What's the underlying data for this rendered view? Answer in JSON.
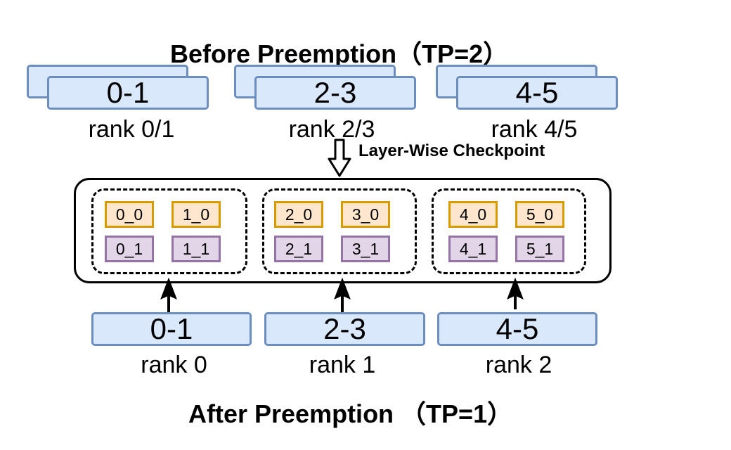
{
  "before": {
    "title": "Before Preemption（TP=2）",
    "groups": [
      {
        "label": "0-1",
        "rank": "rank 0/1"
      },
      {
        "label": "2-3",
        "rank": "rank 2/3"
      },
      {
        "label": "4-5",
        "rank": "rank 4/5"
      }
    ]
  },
  "checkpoint_label": "Layer-Wise Checkpoint",
  "shards": [
    [
      [
        "0_0",
        "1_0"
      ],
      [
        "0_1",
        "1_1"
      ]
    ],
    [
      [
        "2_0",
        "3_0"
      ],
      [
        "2_1",
        "3_1"
      ]
    ],
    [
      [
        "4_0",
        "5_0"
      ],
      [
        "4_1",
        "5_1"
      ]
    ]
  ],
  "after": {
    "title": "After Preemption （TP=1）",
    "groups": [
      {
        "label": "0-1",
        "rank": "rank 0"
      },
      {
        "label": "2-3",
        "rank": "rank 1"
      },
      {
        "label": "4-5",
        "rank": "rank 2"
      }
    ]
  },
  "colors": {
    "box_fill": "#dae8fc",
    "box_stroke": "#6c8ebf",
    "orange_fill": "#ffe6cc",
    "orange_stroke": "#d79b00",
    "purple_fill": "#e1d5e7",
    "purple_stroke": "#9673a6"
  }
}
